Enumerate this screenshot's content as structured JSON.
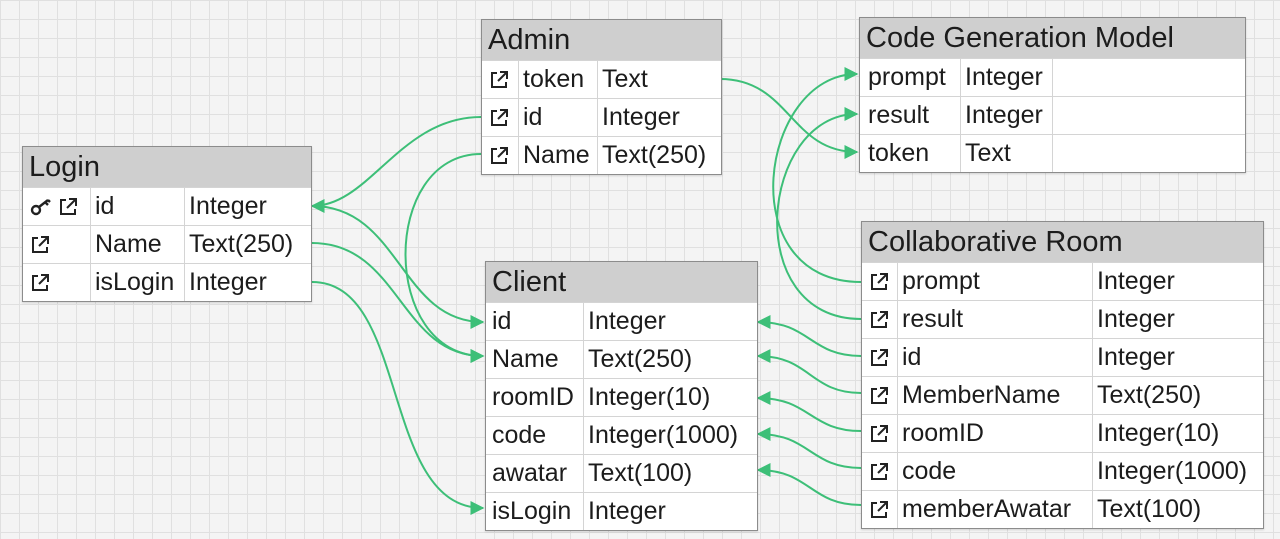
{
  "colors": {
    "connector": "#3dbf78",
    "header": "#cfcfcf",
    "background": "#f4f4f4"
  },
  "icons": {
    "primary_key": "key-icon",
    "foreign_link": "external-link-icon"
  },
  "tables": {
    "admin": {
      "title": "Admin",
      "rows": [
        {
          "name": "token",
          "type": "Text"
        },
        {
          "name": "id",
          "type": "Integer"
        },
        {
          "name": "Name",
          "type": "Text(250)"
        }
      ]
    },
    "codegen": {
      "title": "Code Generation Model",
      "rows": [
        {
          "name": "prompt",
          "type": "Integer"
        },
        {
          "name": "result",
          "type": "Integer"
        },
        {
          "name": "token",
          "type": "Text"
        }
      ]
    },
    "login": {
      "title": "Login",
      "rows": [
        {
          "name": "id",
          "type": "Integer"
        },
        {
          "name": "Name",
          "type": "Text(250)"
        },
        {
          "name": "isLogin",
          "type": "Integer"
        }
      ]
    },
    "client": {
      "title": "Client",
      "rows": [
        {
          "name": "id",
          "type": "Integer"
        },
        {
          "name": "Name",
          "type": "Text(250)"
        },
        {
          "name": "roomID",
          "type": "Integer(10)"
        },
        {
          "name": "code",
          "type": "Integer(1000)"
        },
        {
          "name": "awatar",
          "type": "Text(100)"
        },
        {
          "name": "isLogin",
          "type": "Integer"
        }
      ]
    },
    "collab": {
      "title": "Collaborative Room",
      "rows": [
        {
          "name": "prompt",
          "type": "Integer"
        },
        {
          "name": "result",
          "type": "Integer"
        },
        {
          "name": "id",
          "type": "Integer"
        },
        {
          "name": "MemberName",
          "type": "Text(250)"
        },
        {
          "name": "roomID",
          "type": "Integer(10)"
        },
        {
          "name": "code",
          "type": "Integer(1000)"
        },
        {
          "name": "memberAwatar",
          "type": "Text(100)"
        }
      ]
    }
  }
}
